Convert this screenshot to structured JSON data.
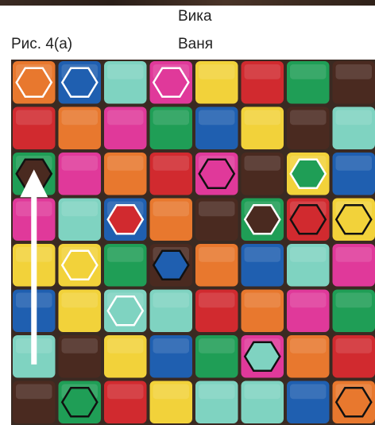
{
  "header": {
    "player_top": "Вика",
    "player_bottom": "Ваня",
    "figure_label": "Рис. 4(a)"
  },
  "palette": {
    "orange": "#e8782e",
    "blue": "#1f5fb0",
    "teal": "#7fd3c1",
    "pink": "#e0399a",
    "yellow": "#f2d23a",
    "red": "#d12a2f",
    "green": "#1f9e56",
    "brown": "#4a2a20"
  },
  "board": {
    "rows": 8,
    "cols": 8,
    "tiles": [
      [
        "orange",
        "blue",
        "teal",
        "pink",
        "yellow",
        "red",
        "green",
        "brown"
      ],
      [
        "red",
        "orange",
        "pink",
        "green",
        "blue",
        "yellow",
        "brown",
        "teal"
      ],
      [
        "green",
        "pink",
        "orange",
        "red",
        "pink",
        "brown",
        "yellow",
        "blue"
      ],
      [
        "pink",
        "teal",
        "blue",
        "orange",
        "brown",
        "green",
        "red",
        "yellow"
      ],
      [
        "yellow",
        "yellow",
        "green",
        "brown",
        "orange",
        "blue",
        "teal",
        "pink"
      ],
      [
        "blue",
        "yellow",
        "teal",
        "teal",
        "red",
        "orange",
        "pink",
        "green"
      ],
      [
        "teal",
        "brown",
        "yellow",
        "blue",
        "green",
        "pink",
        "orange",
        "red"
      ],
      [
        "brown",
        "green",
        "red",
        "yellow",
        "teal",
        "teal",
        "blue",
        "orange"
      ]
    ],
    "pieces": [
      {
        "row": 0,
        "col": 0,
        "color": "orange",
        "outline": "white"
      },
      {
        "row": 0,
        "col": 1,
        "color": "blue",
        "outline": "white"
      },
      {
        "row": 0,
        "col": 3,
        "color": "pink",
        "outline": "white"
      },
      {
        "row": 2,
        "col": 0,
        "color": "brown",
        "outline": "black"
      },
      {
        "row": 2,
        "col": 4,
        "color": "pink",
        "outline": "black"
      },
      {
        "row": 2,
        "col": 6,
        "color": "green",
        "outline": "white"
      },
      {
        "row": 3,
        "col": 2,
        "color": "red",
        "outline": "white"
      },
      {
        "row": 3,
        "col": 5,
        "color": "brown",
        "outline": "white"
      },
      {
        "row": 3,
        "col": 6,
        "color": "red",
        "outline": "black"
      },
      {
        "row": 3,
        "col": 7,
        "color": "yellow",
        "outline": "black"
      },
      {
        "row": 4,
        "col": 1,
        "color": "yellow",
        "outline": "white"
      },
      {
        "row": 4,
        "col": 3,
        "color": "blue",
        "outline": "black"
      },
      {
        "row": 5,
        "col": 2,
        "color": "teal",
        "outline": "white"
      },
      {
        "row": 6,
        "col": 5,
        "color": "teal",
        "outline": "black"
      },
      {
        "row": 7,
        "col": 1,
        "color": "green",
        "outline": "black"
      },
      {
        "row": 7,
        "col": 7,
        "color": "orange",
        "outline": "black"
      }
    ],
    "move_arrow": {
      "col": 0,
      "from_row": 6,
      "to_row": 2,
      "color": "#ffffff"
    }
  }
}
